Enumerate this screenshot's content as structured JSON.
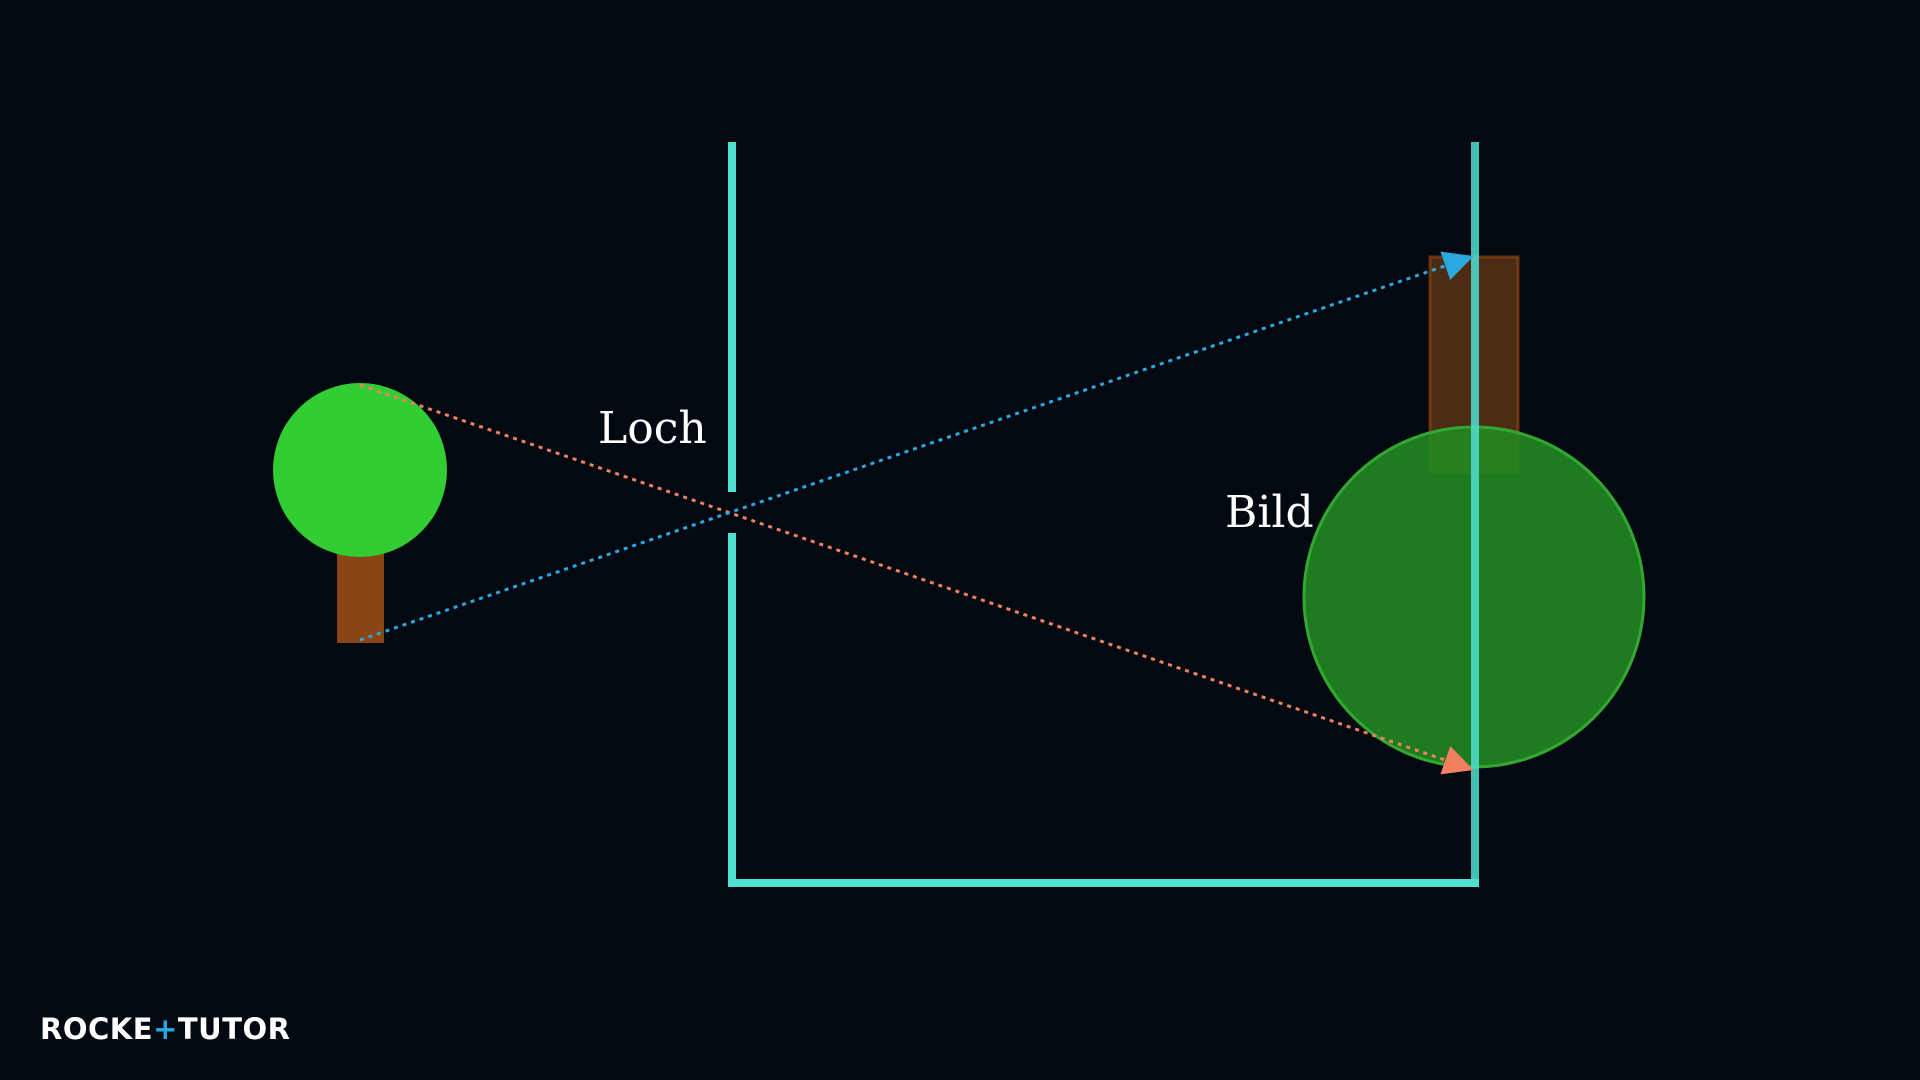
{
  "diagram": {
    "hole_label": "Loch",
    "image_label": "Bild"
  },
  "logo": {
    "part1": "ROCKE",
    "part2": "TUTO",
    "part3": "R"
  },
  "colors": {
    "background": "#020910",
    "camera_wall": "#4fe0d0",
    "tree_crown": "#32cd32",
    "tree_trunk": "#8b4513",
    "image_crown": "#228b22",
    "image_trunk": "#5a3215",
    "ray_top": "#f08060",
    "ray_bottom": "#2aa8e0",
    "logo_accent": "#2aa8e0"
  }
}
